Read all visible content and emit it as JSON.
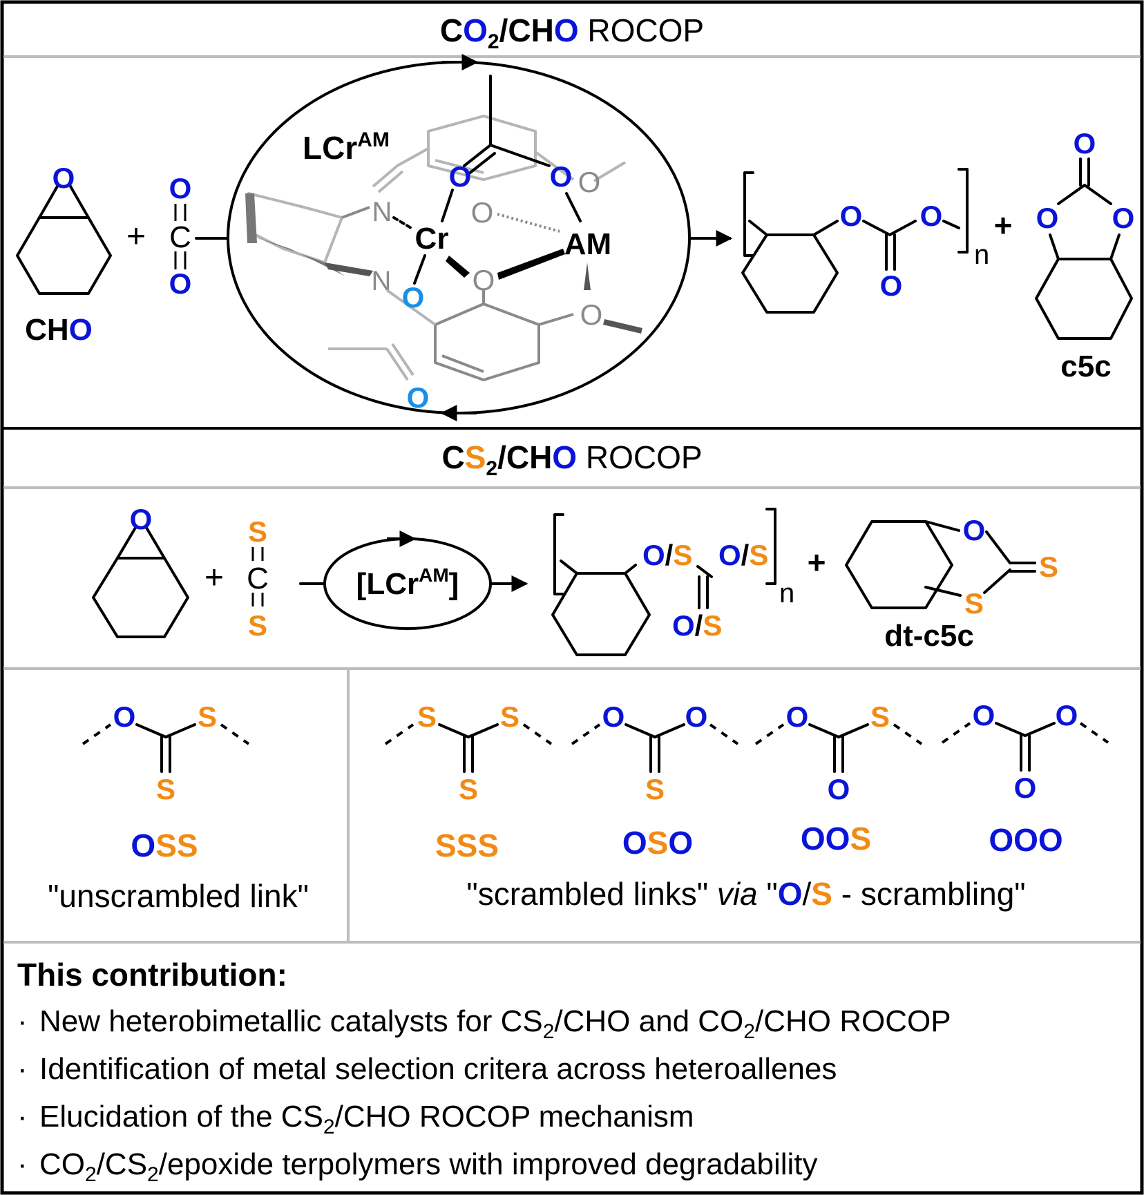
{
  "top": {
    "title": {
      "a": "C",
      "b": "O",
      "sub": "2",
      "c": "/CH",
      "d": "O",
      "e": " ROCOP"
    },
    "epoxide_label": {
      "a": "CH",
      "b": "O"
    },
    "co2": {
      "o": "O",
      "c": "C"
    },
    "catalyst": {
      "label": "LCr",
      "sup": "AM",
      "cr": "Cr",
      "am": "AM",
      "n": "N",
      "o": "O"
    },
    "polymer": {
      "o": "O",
      "n": "n"
    },
    "cyclic_label": "c5c",
    "plus": "+"
  },
  "mid": {
    "title": {
      "a": "C",
      "b": "S",
      "sub": "2",
      "c": "/CH",
      "d": "O",
      "e": " ROCOP"
    },
    "cs2": {
      "s": "S",
      "c": "C"
    },
    "catalyst": {
      "open": "[LCr",
      "sup": "AM",
      "close": "]"
    },
    "polymer": {
      "o": "O",
      "slash": "/",
      "s": "S",
      "n": "n"
    },
    "cyclic_label": "dt-c5c",
    "plus": "+"
  },
  "links": {
    "unscrambled": {
      "code": [
        "O",
        "S",
        "S"
      ],
      "caption": "\"unscrambled link\""
    },
    "scrambled": [
      {
        "code": [
          "S",
          "S",
          "S"
        ]
      },
      {
        "code": [
          "O",
          "S",
          "O"
        ]
      },
      {
        "code": [
          "O",
          "O",
          "S"
        ]
      },
      {
        "code": [
          "O",
          "O",
          "O"
        ]
      }
    ],
    "caption": {
      "a": "\"scrambled links\" ",
      "via": "via",
      "b": " \"",
      "o": "O",
      "slash": "/",
      "s": "S",
      "c": " - scrambling\""
    }
  },
  "contribution": {
    "heading": "This contribution:",
    "bullet": "·",
    "items": [
      {
        "pre": "New heterobimetallic catalysts for CS",
        "s1": "2",
        "mid": "/CHO and CO",
        "s2": "2",
        "post": "/CHO ROCOP"
      },
      {
        "text": "Identification of metal selection critera across heteroallenes"
      },
      {
        "pre": "Elucidation of the CS",
        "s1": "2",
        "post": "/CHO ROCOP mechanism"
      },
      {
        "pre": "CO",
        "s1": "2",
        "mid": "/CS",
        "s2": "2",
        "post": "/epoxide terpolymers with improved degradability"
      }
    ]
  },
  "colors": {
    "oxygen": "#0a14d8",
    "sulfur": "#f28b14",
    "ligand_oxygen": "#1a8fe6",
    "ligand_gray": "#8a8a8a"
  }
}
